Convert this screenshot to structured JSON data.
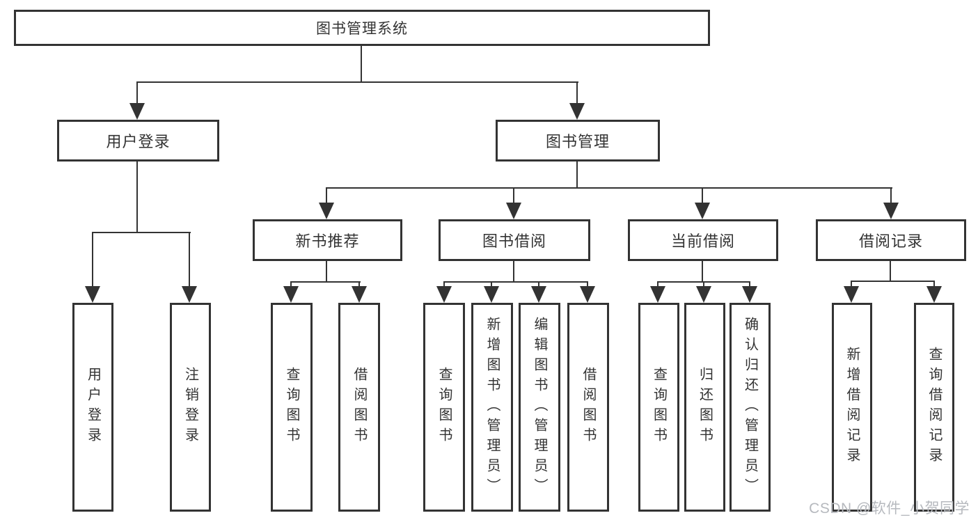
{
  "tree": {
    "label": "图书管理系统",
    "children": [
      {
        "label": "用户登录",
        "children": [
          {
            "label": "用户登录"
          },
          {
            "label": "注销登录"
          }
        ]
      },
      {
        "label": "图书管理",
        "children": [
          {
            "label": "新书推荐",
            "children": [
              {
                "label": "查询图书"
              },
              {
                "label": "借阅图书"
              }
            ]
          },
          {
            "label": "图书借阅",
            "children": [
              {
                "label": "查询图书"
              },
              {
                "label": "新增图书（管理员）"
              },
              {
                "label": "编辑图书（管理员）"
              },
              {
                "label": "借阅图书"
              }
            ]
          },
          {
            "label": "当前借阅",
            "children": [
              {
                "label": "查询图书"
              },
              {
                "label": "归还图书"
              },
              {
                "label": "确认归还（管理员）"
              }
            ]
          },
          {
            "label": "借阅记录",
            "children": [
              {
                "label": "新增借阅记录"
              },
              {
                "label": "查询借阅记录"
              }
            ]
          }
        ]
      }
    ]
  },
  "watermark": {
    "text": "CSDN @软件_小贺同学"
  },
  "colors": {
    "line": "#333333",
    "box_border": "#333333",
    "text": "#333333",
    "watermark": "#b6b9be",
    "background": "#ffffff"
  }
}
